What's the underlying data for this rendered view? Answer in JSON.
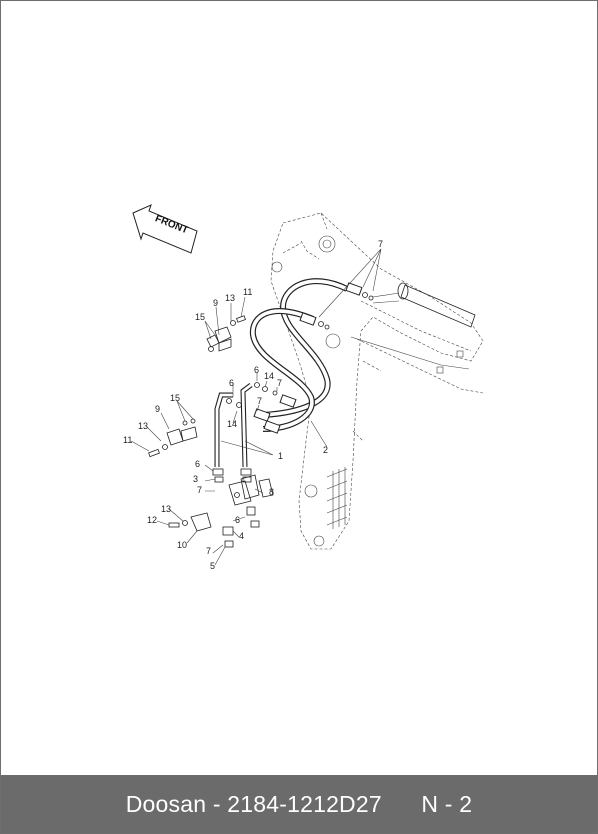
{
  "diagram": {
    "direction_label": "FRONT",
    "callouts": [
      {
        "id": "c-7-top",
        "text": "7"
      },
      {
        "id": "c-11a",
        "text": "11"
      },
      {
        "id": "c-13a",
        "text": "13"
      },
      {
        "id": "c-9a",
        "text": "9"
      },
      {
        "id": "c-15a",
        "text": "15"
      },
      {
        "id": "c-6a",
        "text": "6"
      },
      {
        "id": "c-6b",
        "text": "6"
      },
      {
        "id": "c-14a",
        "text": "14"
      },
      {
        "id": "c-7a",
        "text": "7"
      },
      {
        "id": "c-7b",
        "text": "7"
      },
      {
        "id": "c-15b",
        "text": "15"
      },
      {
        "id": "c-9b",
        "text": "9"
      },
      {
        "id": "c-13b",
        "text": "13"
      },
      {
        "id": "c-11b",
        "text": "11"
      },
      {
        "id": "c-14b",
        "text": "14"
      },
      {
        "id": "c-1",
        "text": "1"
      },
      {
        "id": "c-2",
        "text": "2"
      },
      {
        "id": "c-6c",
        "text": "6"
      },
      {
        "id": "c-3",
        "text": "3"
      },
      {
        "id": "c-7c",
        "text": "7"
      },
      {
        "id": "c-8",
        "text": "8"
      },
      {
        "id": "c-13c",
        "text": "13"
      },
      {
        "id": "c-12",
        "text": "12"
      },
      {
        "id": "c-6d",
        "text": "6"
      },
      {
        "id": "c-10",
        "text": "10"
      },
      {
        "id": "c-4",
        "text": "4"
      },
      {
        "id": "c-7d",
        "text": "7"
      },
      {
        "id": "c-5",
        "text": "5"
      }
    ]
  },
  "footer": {
    "brand": "Doosan",
    "separator": "-",
    "part_number": "2184-1212D27",
    "page_ref": "N - 2"
  }
}
